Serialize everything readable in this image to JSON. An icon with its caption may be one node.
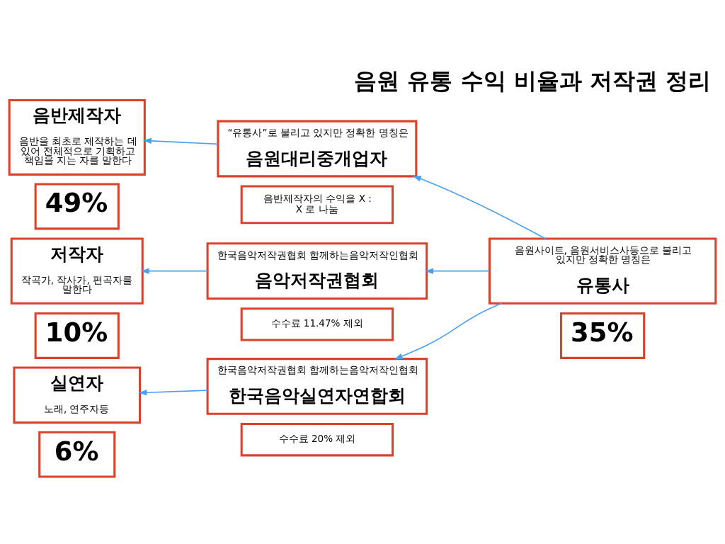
{
  "diagram": {
    "title": "음원 유통 수익 비율과 저작권 정리",
    "nodes": [
      {
        "text": [
          "음반제작자",
          "음반을 최초로 제작하는 데 있어 전체적으로 기획하고 책임을 지는 자를 말한다"
        ]
      },
      {
        "text": [
          "49%"
        ]
      },
      {
        "text": [
          "저작자",
          "작곡가, 작사가, 편곡자를 말한다"
        ]
      },
      {
        "text": [
          "10%"
        ]
      },
      {
        "text": [
          "실연자",
          "노래, 연주자등"
        ]
      },
      {
        "text": [
          "6%"
        ]
      },
      {
        "text": [
          "“유통사”로 불리고 있지만 정확한 명칭은",
          "음원대리중개업자"
        ]
      },
      {
        "text": [
          "음반제작자의 수익을 X : X 로 나눔"
        ]
      },
      {
        "text": [
          "한국음악저작권협회 함께하는음악저작인협회",
          "음악저작권협회"
        ]
      },
      {
        "text": [
          "수수료 11.47% 제외"
        ]
      },
      {
        "text": [
          "한국음악저작권협회 함께하는음악저작인협회",
          "한국음악실연자연합회"
        ]
      },
      {
        "text": [
          "수수료 20% 제외"
        ]
      },
      {
        "text": [
          "음원사이트, 음원서비스사등으로 불리고 있지만 정확한 명칭은",
          "유통사"
        ]
      },
      {
        "text": [
          "35%"
        ]
      }
    ],
    "edges": [
      {
        "from": 6,
        "to": 0,
        "arrow": "to"
      },
      {
        "from": 8,
        "to": 2,
        "arrow": "to"
      },
      {
        "from": 10,
        "to": 4,
        "arrow": "to"
      },
      {
        "from": 12,
        "to": 6,
        "arrow": "to"
      },
      {
        "from": 12,
        "to": 8,
        "arrow": "to"
      },
      {
        "from": 12,
        "to": 10,
        "arrow": "to"
      }
    ]
  }
}
